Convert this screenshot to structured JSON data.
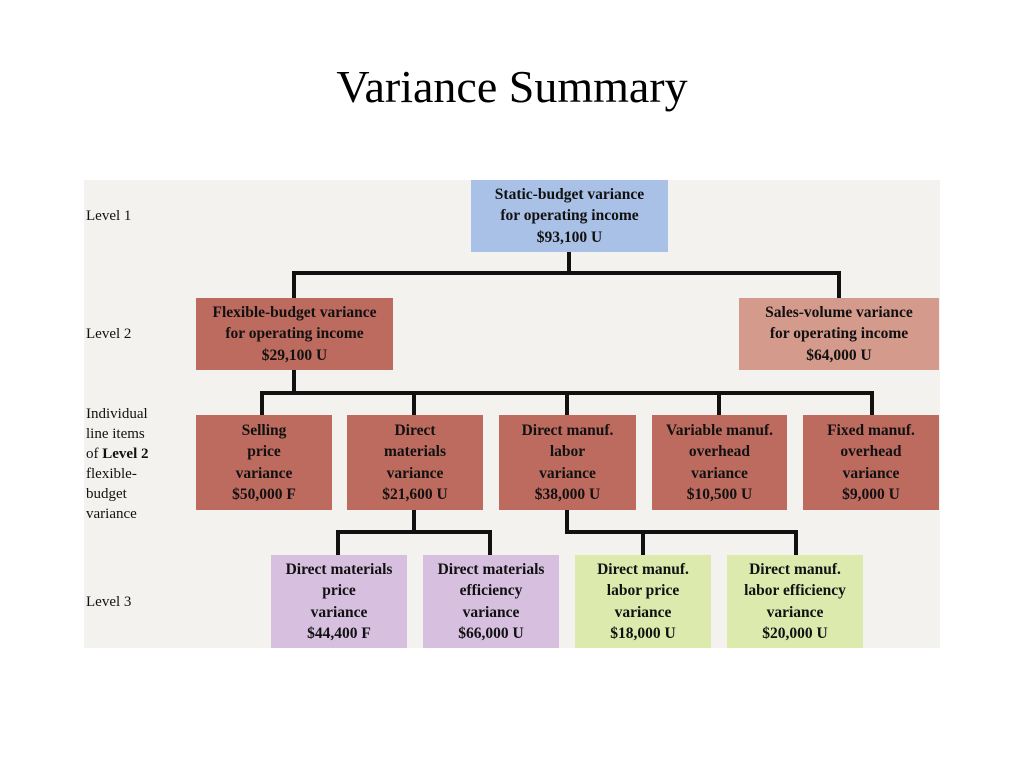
{
  "title": "Variance Summary",
  "levels": {
    "level1": "Level 1",
    "level2": "Level 2",
    "individual": [
      "Individual",
      "line items",
      "of ",
      "Level 2",
      "flexible-",
      "budget",
      "variance"
    ],
    "level3": "Level 3"
  },
  "boxes": {
    "static": [
      "Static-budget variance",
      "for operating income",
      "$93,100 U"
    ],
    "flexible": [
      "Flexible-budget variance",
      "for operating income",
      "$29,100 U"
    ],
    "sales_volume": [
      "Sales-volume variance",
      "for operating income",
      "$64,000 U"
    ],
    "selling_price": [
      "Selling",
      "price",
      "variance",
      "$50,000 F"
    ],
    "direct_materials": [
      "Direct",
      "materials",
      "variance",
      "$21,600 U"
    ],
    "direct_labor": [
      "Direct manuf.",
      "labor",
      "variance",
      "$38,000 U"
    ],
    "variable_overhead": [
      "Variable manuf.",
      "overhead",
      "variance",
      "$10,500 U"
    ],
    "fixed_overhead": [
      "Fixed manuf.",
      "overhead",
      "variance",
      "$9,000 U"
    ],
    "dm_price": [
      "Direct materials",
      "price",
      "variance",
      "$44,400 F"
    ],
    "dm_efficiency": [
      "Direct materials",
      "efficiency",
      "variance",
      "$66,000 U"
    ],
    "dl_price": [
      "Direct manuf.",
      "labor price",
      "variance",
      "$18,000 U"
    ],
    "dl_efficiency": [
      "Direct manuf.",
      "labor efficiency",
      "variance",
      "$20,000 U"
    ]
  },
  "colors": {
    "level1": "#a9c1e7",
    "flexible": "#bd6b5f",
    "sales_volume": "#d49a8b",
    "line_items": "#bd6b5f",
    "materials_level3": "#d6bfdf",
    "labor_level3": "#dceaae"
  }
}
